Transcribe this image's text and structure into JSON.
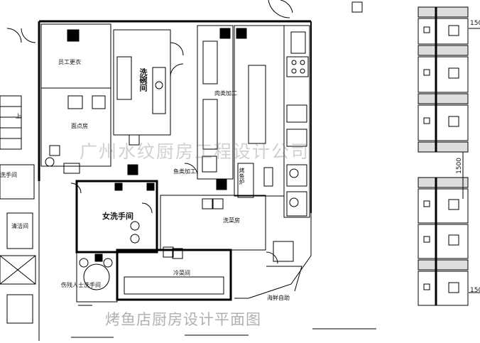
{
  "title": "烤鱼店厨房设计平面图",
  "watermark": "广州水纹厨房工程设计公司",
  "rooms": {
    "staff_locker": "员工更衣",
    "wash_room": "洗碗间",
    "noodle_room": "面点房",
    "womens_wc": "女洗手间",
    "mens_wc": "洗手间",
    "cleaning_room": "清洁间",
    "disabled_wc": "伤残人士洗手间",
    "cold_room": "冷菜间",
    "wash_veg": "洗菜房",
    "grill_fish": "烤鱼炉",
    "meat_proc": "肉类加工",
    "seafood": "海鲜自助",
    "fish_proc": "鱼类加工",
    "up": "上"
  },
  "dimensions": {
    "d1": "150",
    "d2": "1500",
    "d3": "150"
  }
}
